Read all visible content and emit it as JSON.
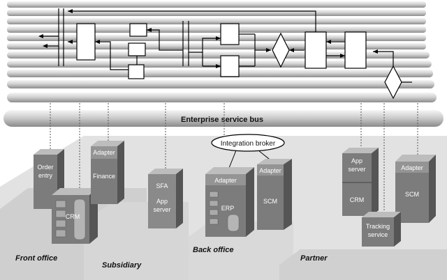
{
  "bus": {
    "label": "Enterprise service bus"
  },
  "broker": {
    "label": "Integration broker"
  },
  "zones": {
    "front_office": "Front office",
    "subsidiary": "Subsidiary",
    "back_office": "Back office",
    "partner": "Partner"
  },
  "front_office": {
    "order_entry_1": "Order",
    "order_entry_2": "entry",
    "crm": "CRM"
  },
  "subsidiary": {
    "adapter": "Adapter",
    "finance": "Finance"
  },
  "sfa_server": {
    "sfa": "SFA",
    "app_1": "App",
    "app_2": "server"
  },
  "back_office": {
    "adapter_erp": "Adapter",
    "erp": "ERP",
    "adapter_scm": "Adapter",
    "scm": "SCM"
  },
  "partner": {
    "app_1": "App",
    "app_2": "server",
    "crm": "CRM",
    "adapter": "Adapter",
    "scm": "SCM",
    "tracking_1": "Tracking",
    "tracking_2": "service"
  }
}
